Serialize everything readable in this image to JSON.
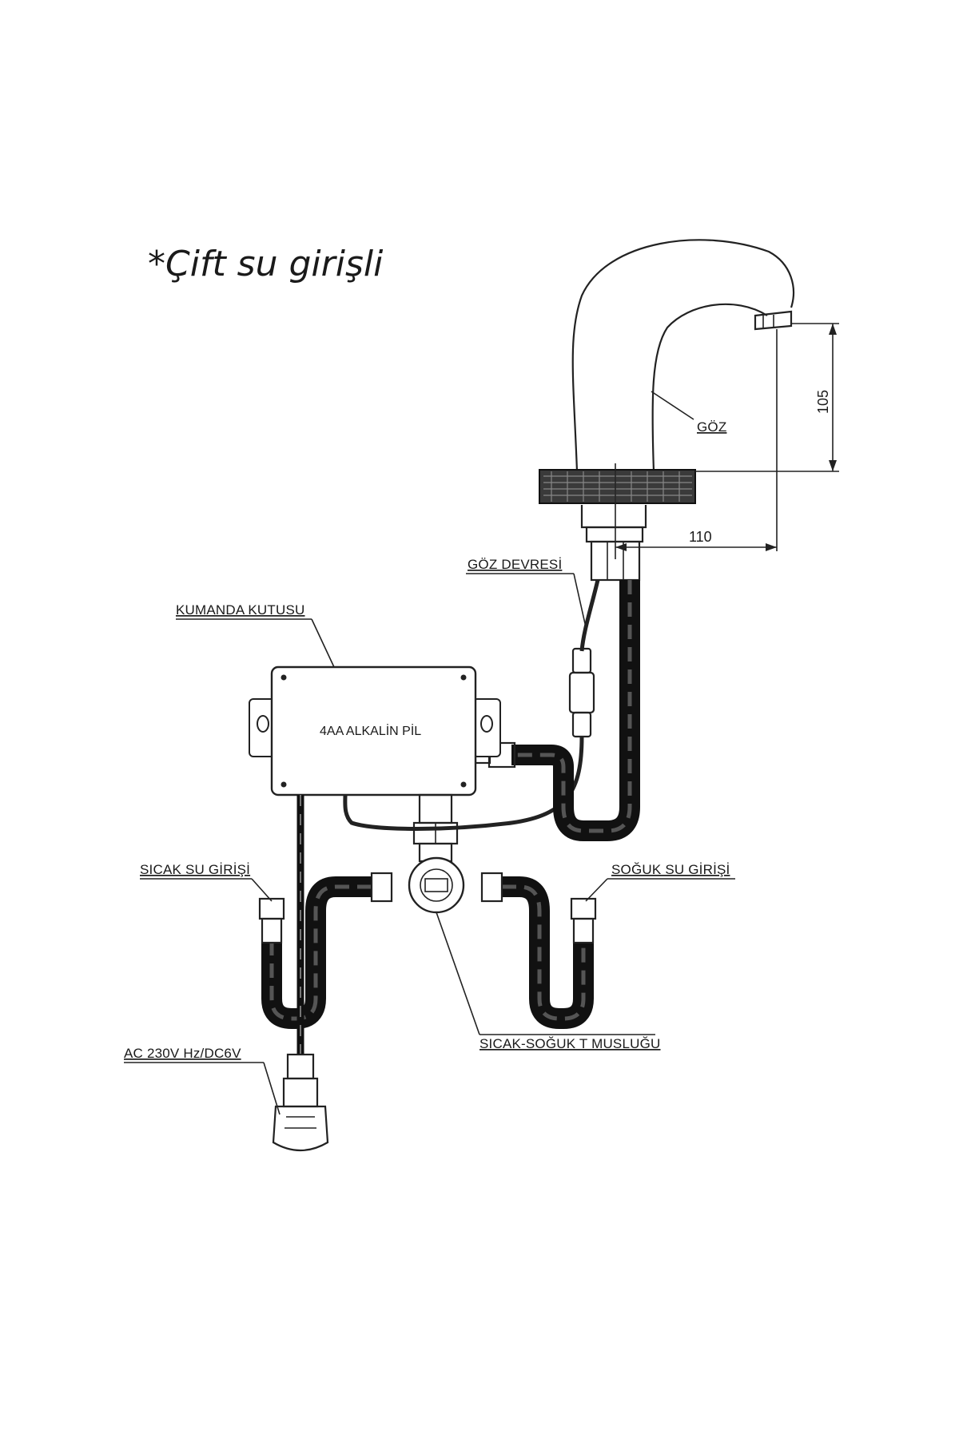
{
  "title": "*Çift su girişli",
  "labels": {
    "eye": "GÖZ",
    "eye_circuit": "GÖZ DEVRESİ",
    "control_box": "KUMANDA KUTUSU",
    "battery": "4AA ALKALİN PİL",
    "hot_inlet": "SICAK SU GİRİŞİ",
    "cold_inlet": "SOĞUK SU GİRİŞİ",
    "t_valve": "SICAK-SOĞUK T MUSLUĞU",
    "power": "AC 230V Hz/DC6V"
  },
  "dimensions": {
    "height": "105",
    "reach": "110"
  },
  "colors": {
    "line": "#222222",
    "background": "#ffffff"
  }
}
